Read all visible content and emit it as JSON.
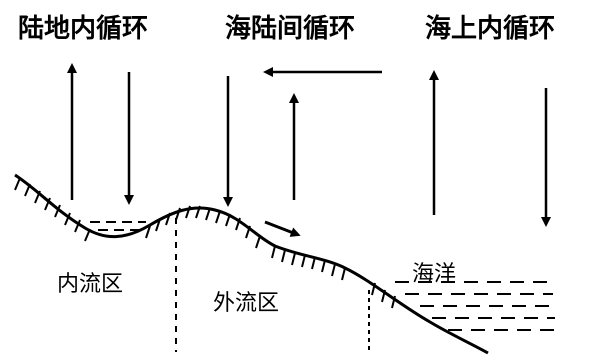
{
  "titles": {
    "land_internal": "陆地内循环",
    "sea_land": "海陆间循环",
    "sea_internal": "海上内循环"
  },
  "regions": {
    "inland": "内流区",
    "outflow": "外流区",
    "ocean": "海洋"
  }
}
